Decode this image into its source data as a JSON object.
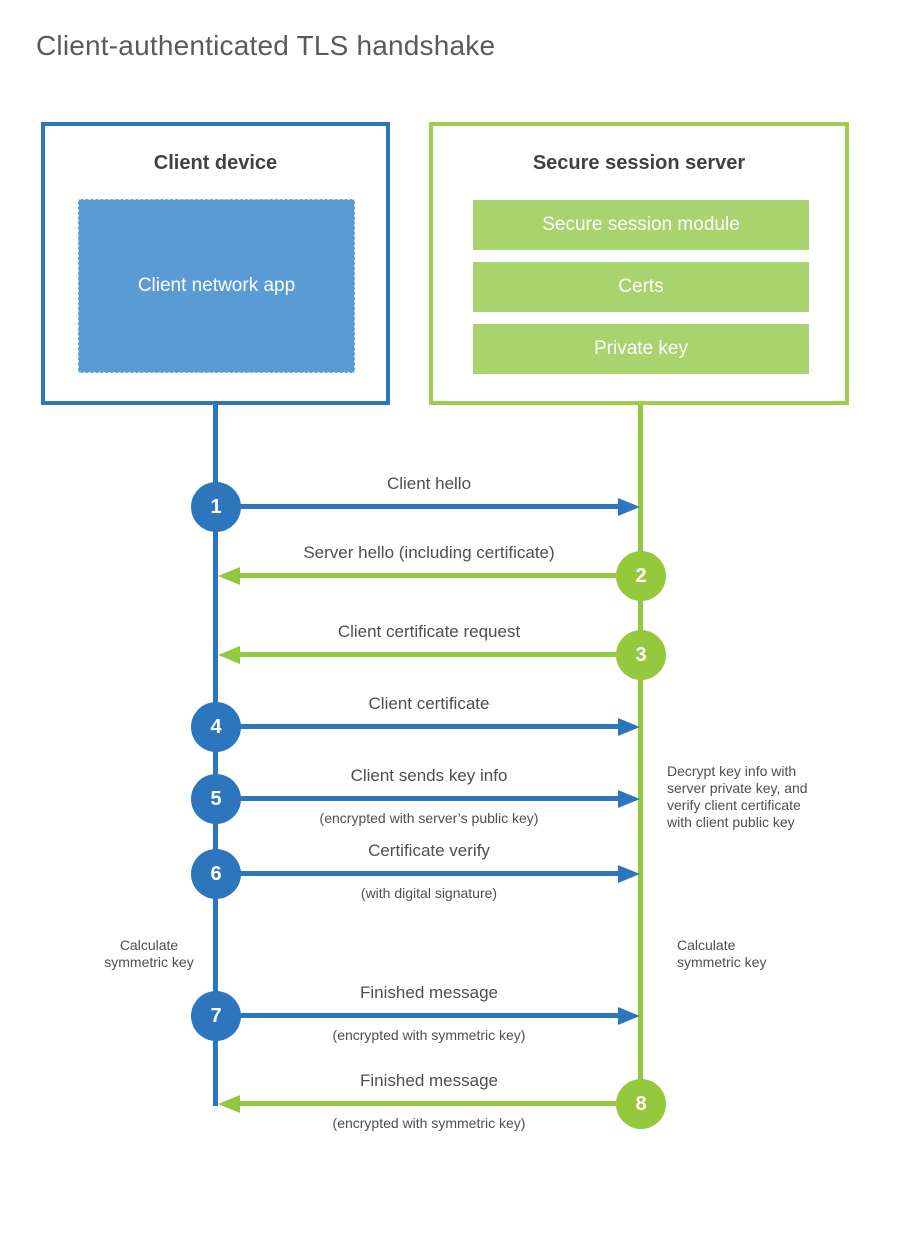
{
  "title": "Client-authenticated TLS handshake",
  "colors": {
    "blue_accent": "#2d76bd",
    "blue_fill": "#5b9bd5",
    "green_accent": "#94c83d",
    "green_fill": "#a9d36e",
    "green_border": "#9ecd4f",
    "title_text": "#595a5c",
    "heading_text": "#414042",
    "label_text": "#4d4e50"
  },
  "client_box": {
    "title": "Client device",
    "app_label": "Client network app"
  },
  "server_box": {
    "title": "Secure session server",
    "modules": [
      "Secure session module",
      "Certs",
      "Private key"
    ]
  },
  "steps": [
    {
      "num": "1",
      "label": "Client hello",
      "sublabel": "",
      "from": "client",
      "to": "server"
    },
    {
      "num": "2",
      "label": "Server hello (including certificate)",
      "sublabel": "",
      "from": "server",
      "to": "client"
    },
    {
      "num": "3",
      "label": "Client certificate request",
      "sublabel": "",
      "from": "server",
      "to": "client"
    },
    {
      "num": "4",
      "label": "Client certificate",
      "sublabel": "",
      "from": "client",
      "to": "server"
    },
    {
      "num": "5",
      "label": "Client sends key info",
      "sublabel": "(encrypted with server’s public key)",
      "from": "client",
      "to": "server"
    },
    {
      "num": "6",
      "label": "Certificate verify",
      "sublabel": "(with digital signature)",
      "from": "client",
      "to": "server"
    },
    {
      "num": "7",
      "label": "Finished message",
      "sublabel": "(encrypted with symmetric key)",
      "from": "client",
      "to": "server"
    },
    {
      "num": "8",
      "label": "Finished message",
      "sublabel": "(encrypted with symmetric key)",
      "from": "server",
      "to": "client"
    }
  ],
  "annotations": {
    "decrypt_note": "Decrypt key info with server private key, and verify client certificate with client public key",
    "calc_left": "Calculate\nsymmetric key",
    "calc_right": "Calculate\nsymmetric key"
  }
}
